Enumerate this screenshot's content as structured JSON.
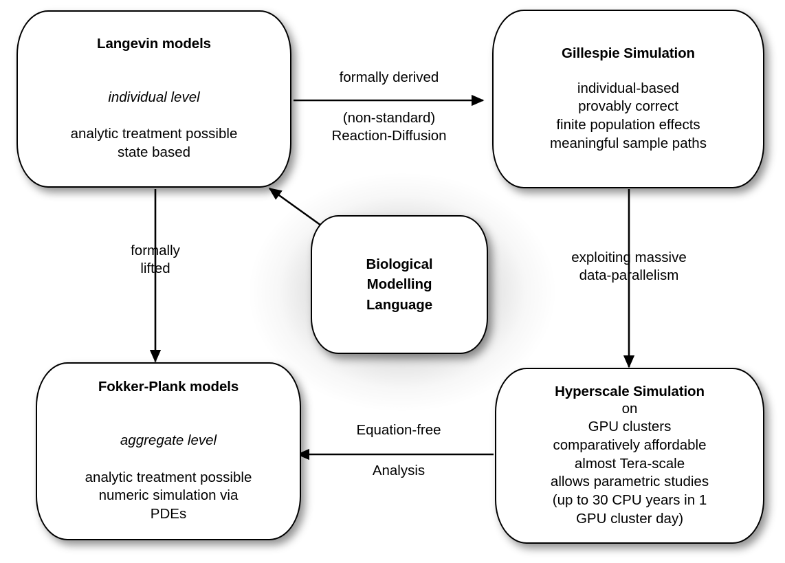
{
  "diagram": {
    "title": "Biological Modelling Language model-relationship diagram",
    "nodes": {
      "langevin": {
        "title": "Langevin models",
        "emphasis": "individual level",
        "body": "analytic treatment possible\nstate based"
      },
      "gillespie": {
        "title": "Gillespie Simulation",
        "emphasis": "",
        "body": "individual-based\nprovably correct\nfinite population effects\nmeaningful sample paths"
      },
      "fokker": {
        "title": "Fokker-Plank models",
        "emphasis": "aggregate level",
        "body": "analytic treatment possible\nnumeric simulation via\nPDEs"
      },
      "hyperscale": {
        "title": "Hyperscale Simulation",
        "emphasis": "",
        "body": "on\nGPU clusters\ncomparatively affordable\nalmost Tera-scale\nallows parametric studies\n(up to 30 CPU years in 1\nGPU cluster day)"
      },
      "bml": {
        "title": "Biological\nModelling\nLanguage"
      }
    },
    "edges": {
      "langevin_to_gillespie": {
        "label_above": "formally derived",
        "label_below": "(non-standard)\nReaction-Diffusion"
      },
      "langevin_to_fokker": {
        "label": "formally\nlifted"
      },
      "gillespie_to_hyperscale": {
        "label": "exploiting massive\ndata-parallelism"
      },
      "hyperscale_to_fokker": {
        "label_above": "Equation-free",
        "label_below": "Analysis"
      },
      "bml_to_langevin": {
        "label": ""
      }
    },
    "colors": {
      "stroke": "#000000",
      "fill": "#ffffff",
      "text": "#000000",
      "background": "#ffffff"
    }
  }
}
